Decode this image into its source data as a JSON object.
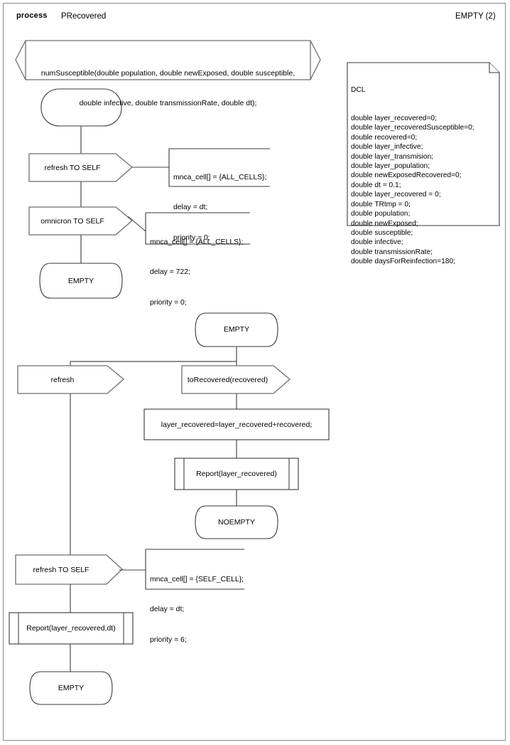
{
  "header": {
    "keyword": "process",
    "process_name": "PRecovered",
    "page_label": "EMPTY (2)"
  },
  "diagram": {
    "type": "sdl-process-flowchart",
    "procedure_declaration": {
      "line1": "numSusceptible(double population, double newExposed, double susceptible,",
      "line2": "double infective, double transmissionRate, double dt);"
    },
    "dcl_block": {
      "title": "DCL",
      "declarations": [
        "double layer_recovered=0;",
        "double layer_recoveredSusceptible=0;",
        "double recovered=0;",
        "double layer_infective;",
        "double layer_transmision;",
        "double layer_population;",
        "double newExposedRecovered=0;",
        "double dt = 0.1;",
        "double layer_recovered = 0;",
        "double TRtmp = 0;",
        "double population;",
        "double newExposed;",
        "double susceptible;",
        "double infective;",
        "double transmissionRate;",
        "double daysForReinfection=180;"
      ]
    },
    "start_symbol": {
      "label": ""
    },
    "nodes": {
      "output_refresh_self_top": {
        "label": "refresh TO SELF"
      },
      "comment_refresh_top": {
        "line1": "mnca_cell[] = {ALL_CELLS};",
        "line2": "delay = dt;",
        "line3": "priority = 0;"
      },
      "output_omnicron_self": {
        "label": "omnicron TO SELF"
      },
      "comment_omnicron": {
        "line1": "mnca_cell[] = {ALL_CELLS};",
        "line2": "delay = 722;",
        "line3": "priority = 0;"
      },
      "state_empty_1": {
        "label": "EMPTY"
      },
      "state_empty_2": {
        "label": "EMPTY"
      },
      "input_refresh": {
        "label": "refresh"
      },
      "input_torecovered": {
        "label": "toRecovered(recovered)"
      },
      "task_layer_recovered": {
        "label": "layer_recovered=layer_recovered+recovered;"
      },
      "procedure_report_1": {
        "label": "Report(layer_recovered)"
      },
      "state_noempty": {
        "label": "NOEMPTY"
      },
      "output_refresh_self_bottom": {
        "label": "refresh TO SELF"
      },
      "comment_refresh_bottom": {
        "line1": "mnca_cell[] = {SELF_CELL};",
        "line2": "delay = dt;",
        "line3": "priority = 6;"
      },
      "procedure_report_2": {
        "label": "Report(layer_recovered,dt)"
      },
      "state_empty_3": {
        "label": "EMPTY"
      }
    }
  },
  "colors": {
    "frame_border": "#8a8a8a",
    "shape_stroke": "#3a3a3a",
    "connector": "#4a4a4a",
    "background": "#ffffff",
    "text": "#000000"
  }
}
